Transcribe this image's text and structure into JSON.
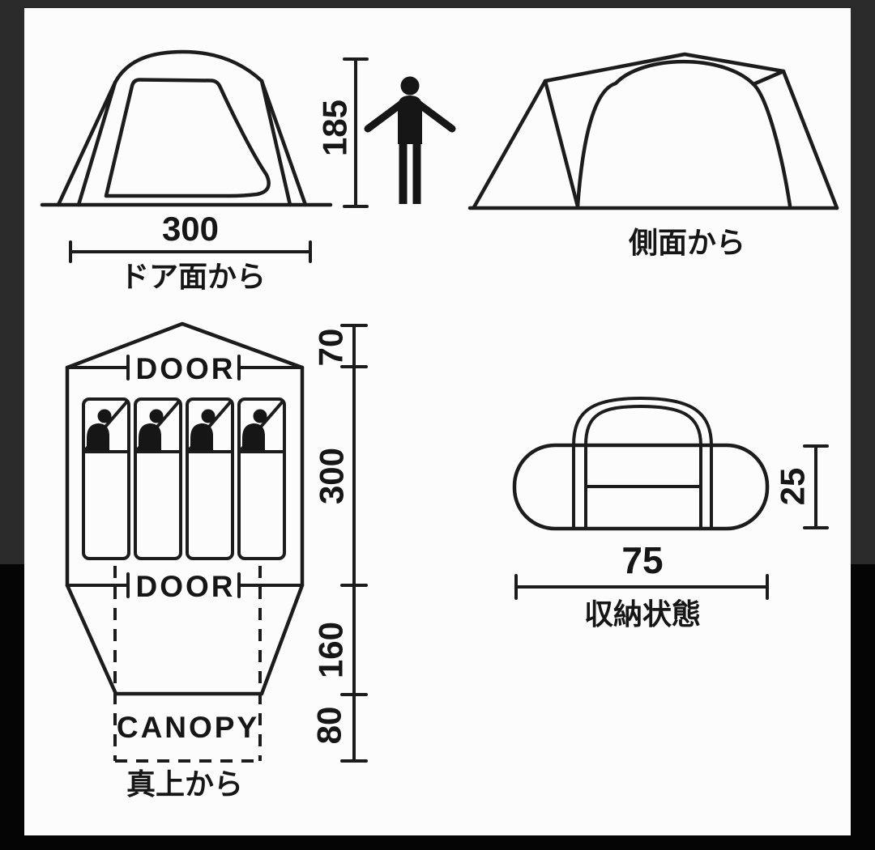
{
  "frame": {
    "background_top_color": "#2a2a2a",
    "background_bottom_color": "#050505",
    "photo_background_color": "#fcfcfc",
    "line_color": "#1c1c1c"
  },
  "front_view": {
    "width_value": "300",
    "caption": "ドア面から",
    "height_value": "185"
  },
  "side_view": {
    "caption": "側面から"
  },
  "top_view": {
    "door_top_label": "DOOR",
    "door_bottom_label": "DOOR",
    "canopy_label": "CANOPY",
    "caption": "真上から",
    "dim_front_vestibule": "70",
    "dim_inner": "300",
    "dim_rear_vestibule": "160",
    "dim_canopy": "80"
  },
  "storage_view": {
    "width_value": "75",
    "height_value": "25",
    "caption": "収納状態"
  }
}
